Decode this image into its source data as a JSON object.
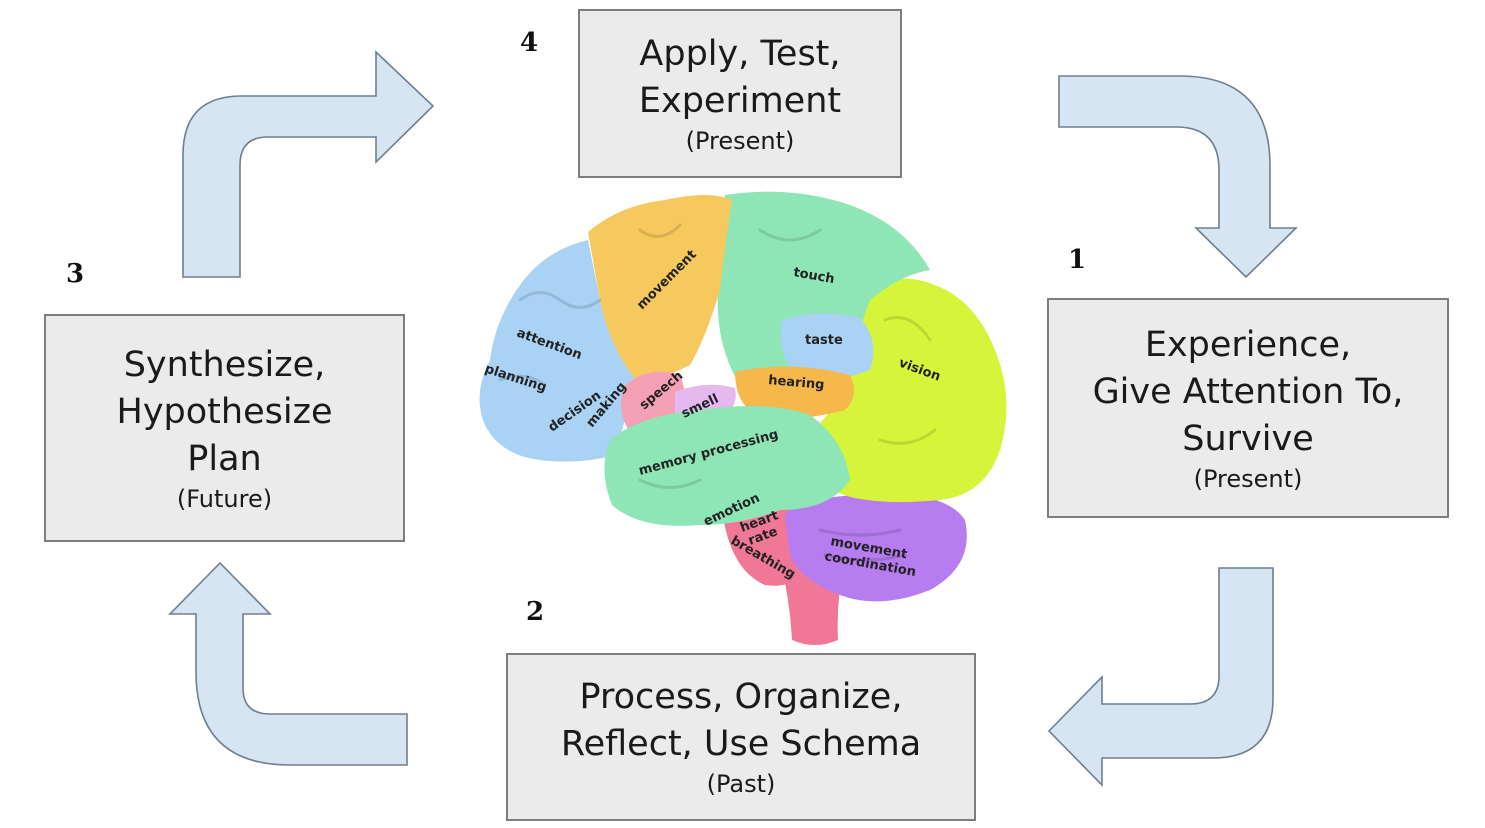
{
  "stages": [
    {
      "number": "1",
      "title": "Experience,\nGive Attention To,\nSurvive",
      "time": "(Present)"
    },
    {
      "number": "2",
      "title": "Process, Organize,\nReflect, Use Schema",
      "time": "(Past)"
    },
    {
      "number": "3",
      "title": "Synthesize,\nHypothesize\nPlan",
      "time": "(Future)"
    },
    {
      "number": "4",
      "title": "Apply, Test,\nExperiment",
      "time": "(Present)"
    }
  ],
  "brain": {
    "labels": {
      "movement": "movement",
      "touch": "touch",
      "attention": "attention",
      "planning": "planning",
      "decision": "decision",
      "making": "making",
      "speech": "speech",
      "smell": "smell",
      "taste": "taste",
      "hearing": "hearing",
      "vision": "vision",
      "memory_processing": "memory processing",
      "emotion": "emotion",
      "heart": "heart",
      "rate": "rate",
      "breathing": "breathing",
      "movement_coordination_1": "movement",
      "movement_coordination_2": "coordination"
    },
    "colors": {
      "frontal": "#a9d2f5",
      "motor": "#f6c95e",
      "sensory": "#8ee6b7",
      "taste": "#a9d2f5",
      "occipital": "#d6f53a",
      "speech": "#f4a1b6",
      "smell": "#e5b8f0",
      "hearing": "#f6b84a",
      "temporal": "#8ee6b7",
      "brainstem": "#f07896",
      "cerebellum": "#b67cf0"
    }
  },
  "arrow_color": "#d7e4f1"
}
